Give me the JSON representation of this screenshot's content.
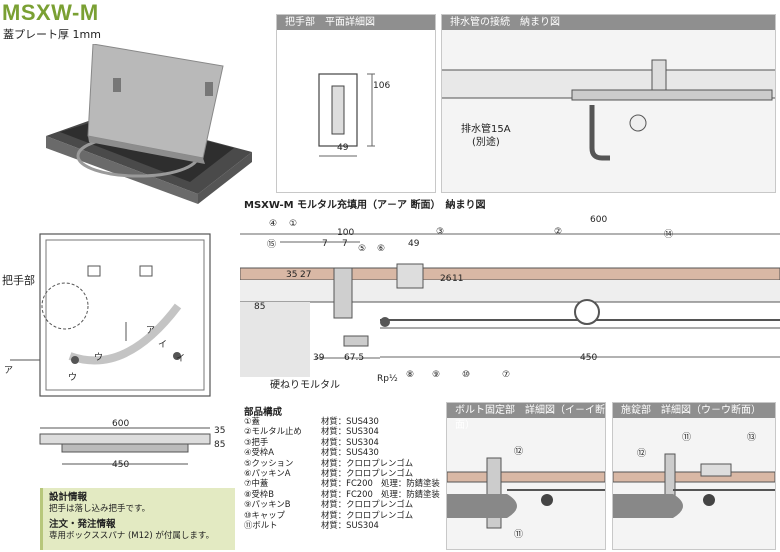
{
  "product": {
    "title": "MSXW-M",
    "subtitle": "蓋プレート厚 1mm"
  },
  "panels": {
    "handle_detail": "把手部　平面詳細図",
    "drain_detail": "排水管の接続　納まり図",
    "section_title": "MSXW-M モルタル充填用（ア－ア 断面）　納まり図",
    "bolt_detail": "ボルト固定部　詳細図（イ－イ断面）",
    "lock_detail": "施錠部　詳細図（ウ－ウ断面）"
  },
  "labels": {
    "handle": "把手部",
    "drain_pipe": "排水管15A",
    "drain_pipe_note": "(別途)",
    "mortar": "硬ねりモルタル",
    "rp": "Rp½",
    "a": "ア",
    "i": "イ",
    "u": "ウ"
  },
  "dims": {
    "h106": "106",
    "w49": "49",
    "d600": "600",
    "d100": "100",
    "d7a": "7",
    "d7b": "7",
    "d49": "49",
    "d35": "35",
    "d27": "27",
    "d85": "85",
    "d26": "26",
    "d11": "11",
    "d39": "39",
    "d675": "67.5",
    "d450": "450",
    "p600": "600",
    "p450": "450",
    "p35": "35",
    "p85": "85"
  },
  "callouts": {
    "c1": "①",
    "c2": "②",
    "c3": "③",
    "c4": "④",
    "c5": "⑤",
    "c6": "⑥",
    "c7": "⑦",
    "c8": "⑧",
    "c9": "⑨",
    "c10": "⑩",
    "c11": "⑪",
    "c12": "⑫",
    "c13": "⑬",
    "c14": "⑭",
    "c15": "⑮"
  },
  "parts": {
    "title": "部品構成",
    "items": [
      {
        "name": "①蓋",
        "material": "材質：SUS430"
      },
      {
        "name": "②モルタル止め",
        "material": "材質：SUS304"
      },
      {
        "name": "③把手",
        "material": "材質：SUS304"
      },
      {
        "name": "④受枠A",
        "material": "材質：SUS430"
      },
      {
        "name": "⑤クッション",
        "material": "材質：クロロプレンゴム"
      },
      {
        "name": "⑥パッキンA",
        "material": "材質：クロロプレンゴム"
      },
      {
        "name": "⑦中蓋",
        "material": "材質：FC200　処理：防錆塗装"
      },
      {
        "name": "⑧受枠B",
        "material": "材質：FC200　処理：防錆塗装"
      },
      {
        "name": "⑨パッキンB",
        "material": "材質：クロロプレンゴム"
      },
      {
        "name": "⑩キャップ",
        "material": "材質：クロロプレンゴム"
      },
      {
        "name": "⑪ボルト",
        "material": "材質：SUS304"
      }
    ]
  },
  "info": {
    "design_title": "設計情報",
    "design_text": "把手は落し込み把手です。",
    "order_title": "注文・発注情報",
    "order_text": "専用ボックススパナ (M12) が付属します。"
  }
}
